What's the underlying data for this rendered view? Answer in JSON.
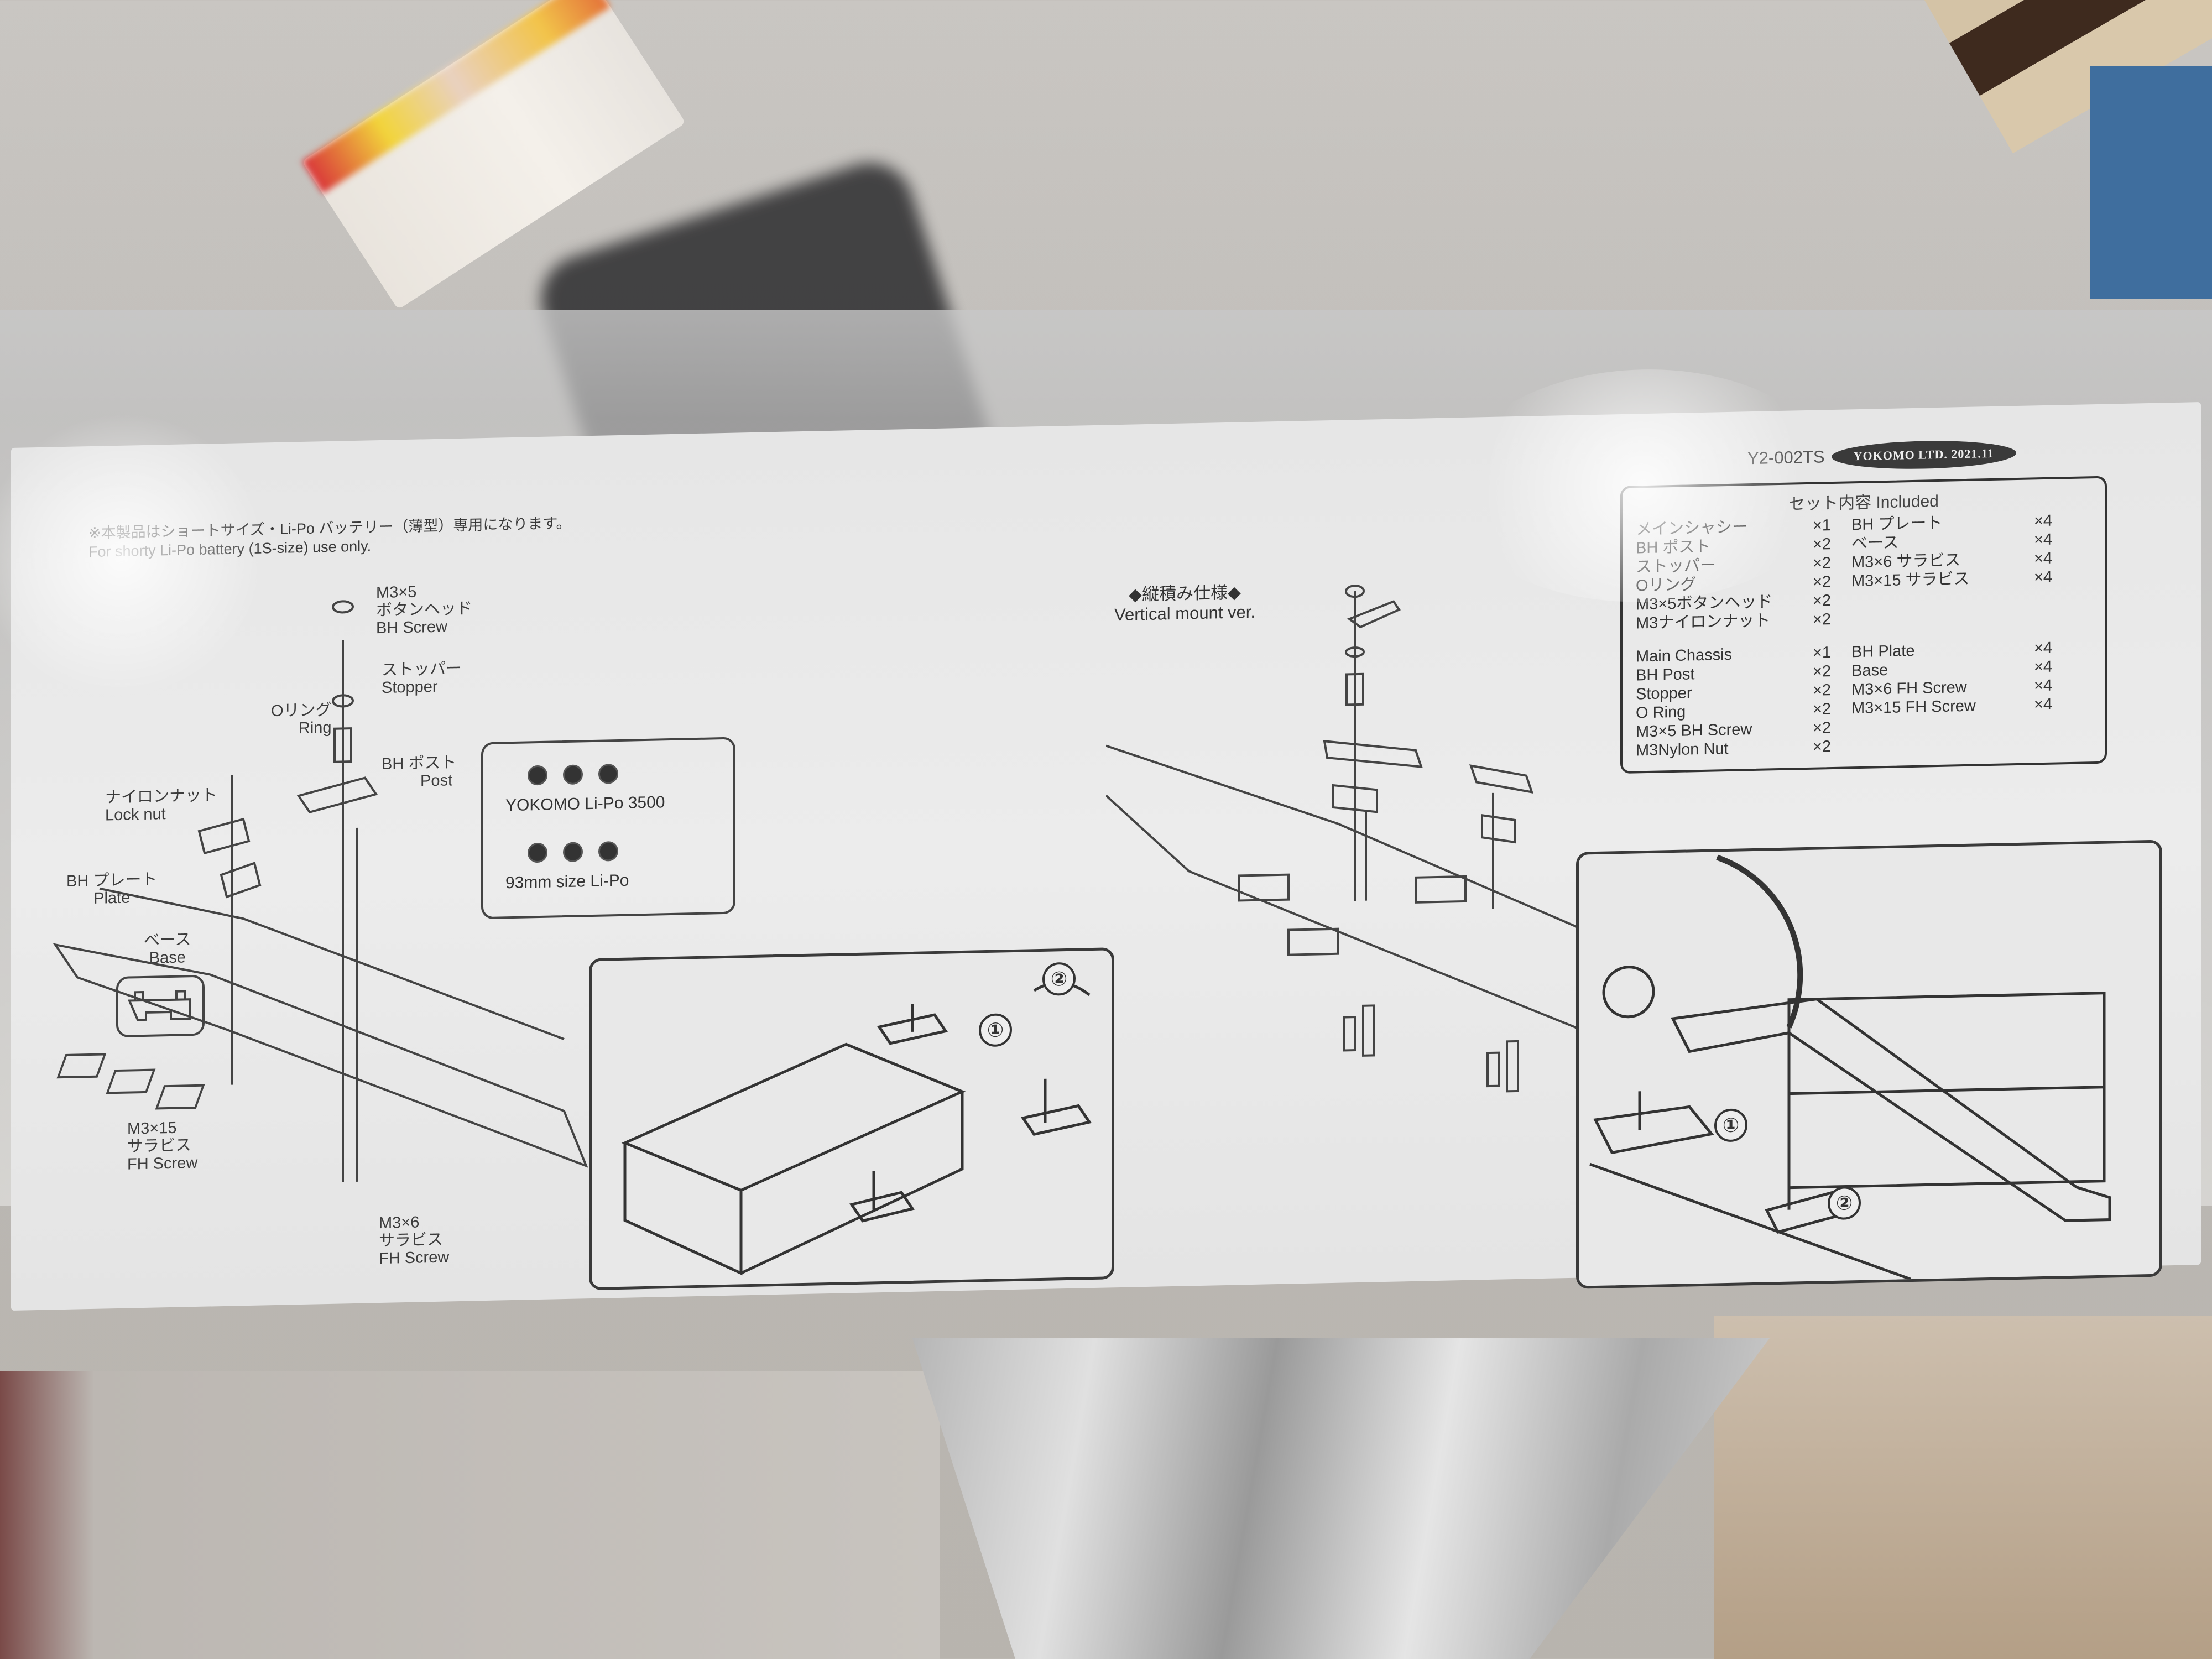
{
  "document": {
    "product_code": "Y2-002TS",
    "maker_badge": "YOKOMO LTD. 2021.11",
    "notes": {
      "jp": "※本製品はショートサイズ・Li-Po バッテリー（薄型）専用になります。",
      "en": "For shorty Li-Po battery (1S-size) use only."
    },
    "parts_list": {
      "title": "セット内容 Included",
      "jp_items": [
        {
          "name": "メインシャシー",
          "qty": "×1"
        },
        {
          "name": "BH ポスト",
          "qty": "×2"
        },
        {
          "name": "ストッパー",
          "qty": "×2"
        },
        {
          "name": "Oリング",
          "qty": "×2"
        },
        {
          "name": "M3×5ボタンヘッド",
          "qty": "×2"
        },
        {
          "name": "M3ナイロンナット",
          "qty": "×2"
        },
        {
          "name": "BH プレート",
          "qty": "×4"
        },
        {
          "name": "ベース",
          "qty": "×4"
        },
        {
          "name": "M3×6 サラビス",
          "qty": "×4"
        },
        {
          "name": "M3×15 サラビス",
          "qty": "×4"
        }
      ],
      "en_items": [
        {
          "name": "Main Chassis",
          "qty": "×1"
        },
        {
          "name": "BH Post",
          "qty": "×2"
        },
        {
          "name": "Stopper",
          "qty": "×2"
        },
        {
          "name": "O Ring",
          "qty": "×2"
        },
        {
          "name": "M3×5 BH Screw",
          "qty": "×2"
        },
        {
          "name": "M3Nylon Nut",
          "qty": "×2"
        },
        {
          "name": "BH Plate",
          "qty": "×4"
        },
        {
          "name": "Base",
          "qty": "×4"
        },
        {
          "name": "M3×6 FH Screw",
          "qty": "×4"
        },
        {
          "name": "M3×15 FH Screw",
          "qty": "×4"
        }
      ]
    },
    "labels": {
      "bh_screw": {
        "size": "M3×5",
        "jp": "ボタンヘッド",
        "en": "BH Screw"
      },
      "stopper": {
        "jp": "ストッパー",
        "en": "Stopper"
      },
      "o_ring": {
        "jp": "Oリング",
        "en": "Ring"
      },
      "bh_post": {
        "jp": "BH ポスト",
        "en": "Post"
      },
      "lock_nut": {
        "jp": "ナイロンナット",
        "en": "Lock nut"
      },
      "bh_plate": {
        "jp": "BH プレート",
        "en": "Plate"
      },
      "base": {
        "jp": "ベース",
        "en": "Base"
      },
      "fh_screw_15": {
        "size": "M3×15",
        "jp": "サラビス",
        "en": "FH Screw"
      },
      "fh_screw_6": {
        "size": "M3×6",
        "jp": "サラビス",
        "en": "FH Screw"
      }
    },
    "callout": {
      "option_1": "YOKOMO Li-Po 3500",
      "option_2": "93mm size Li-Po"
    },
    "vertical_mount": {
      "jp": "◆縦積み仕様◆",
      "en": "Vertical mount ver."
    },
    "step_markers": [
      "①",
      "②"
    ]
  },
  "colors": {
    "sheet": "#e8e8e8",
    "ink": "#333333",
    "badge": "#3a3a3a",
    "blue_background": "#3f6e9e"
  }
}
